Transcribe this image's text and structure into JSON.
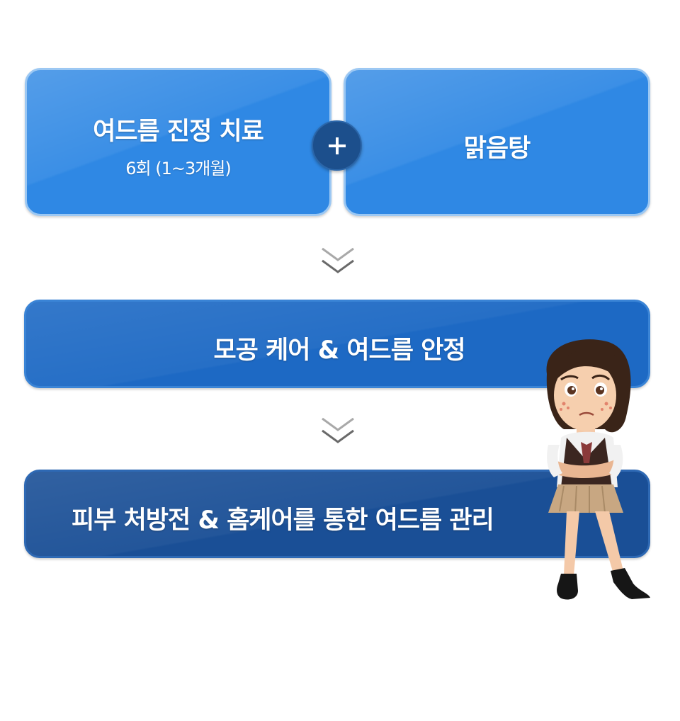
{
  "treatment": {
    "title": "여드름 진정 치료",
    "subtitle": "6회 (1~3개월)"
  },
  "addon": {
    "title": "맑음탕"
  },
  "plus_symbol": "+",
  "step2": {
    "title": "모공 케어 & 여드름 안정"
  },
  "step3": {
    "title": "피부 처방전 & 홈케어를 통한 여드름 관리"
  },
  "icons": {
    "plus": "plus-icon",
    "arrow": "double-chevron-down-icon",
    "character": "girl-character-illustration"
  },
  "colors": {
    "card_blue": "#2f88e4",
    "bar1_blue": "#1d69c4",
    "bar2_blue": "#1a4f96",
    "circle_navy": "#1c4f8c"
  }
}
